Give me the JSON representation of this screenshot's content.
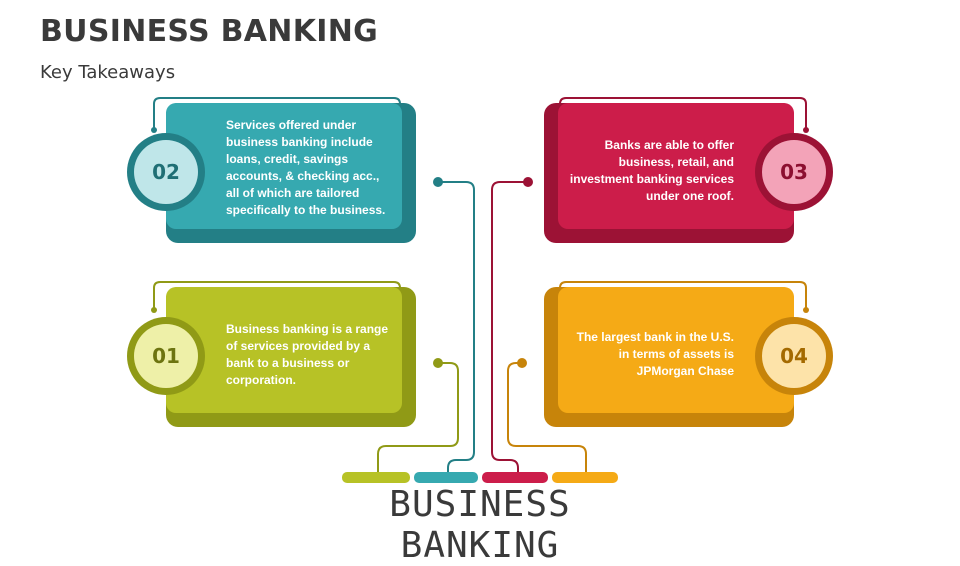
{
  "header": {
    "title": "BUSINESS BANKING",
    "subtitle": "Key Takeaways"
  },
  "cards": [
    {
      "id": "01",
      "number": "01",
      "text": "Business banking is a range of services provided by a bank to a business or corporation.",
      "color": "#b7c226",
      "dark": "#909a16",
      "badge_bg": "#eef0a8",
      "badge_fg": "#6d7410"
    },
    {
      "id": "02",
      "number": "02",
      "text": "Services offered under business banking include loans, credit, savings accounts, & checking acc., all of which are tailored specifically to the business.",
      "color": "#36a9b0",
      "dark": "#237f86",
      "badge_bg": "#bfe6e9",
      "badge_fg": "#1f6f75"
    },
    {
      "id": "03",
      "number": "03",
      "text": "Banks are able to offer business, retail, and investment banking services under one roof.",
      "color": "#cc1d4a",
      "dark": "#9c1235",
      "badge_bg": "#f3a3b8",
      "badge_fg": "#8c0f30"
    },
    {
      "id": "04",
      "number": "04",
      "text": "The largest bank in the U.S. in terms of assets is JPMorgan Chase",
      "color": "#f5aa16",
      "dark": "#c7840a",
      "badge_bg": "#fde3a9",
      "badge_fg": "#a46a00"
    }
  ],
  "footer": {
    "title": "BUSINESS BANKING",
    "segment_colors": [
      "#b7c226",
      "#36a9b0",
      "#cc1d4a",
      "#f5aa16"
    ]
  }
}
